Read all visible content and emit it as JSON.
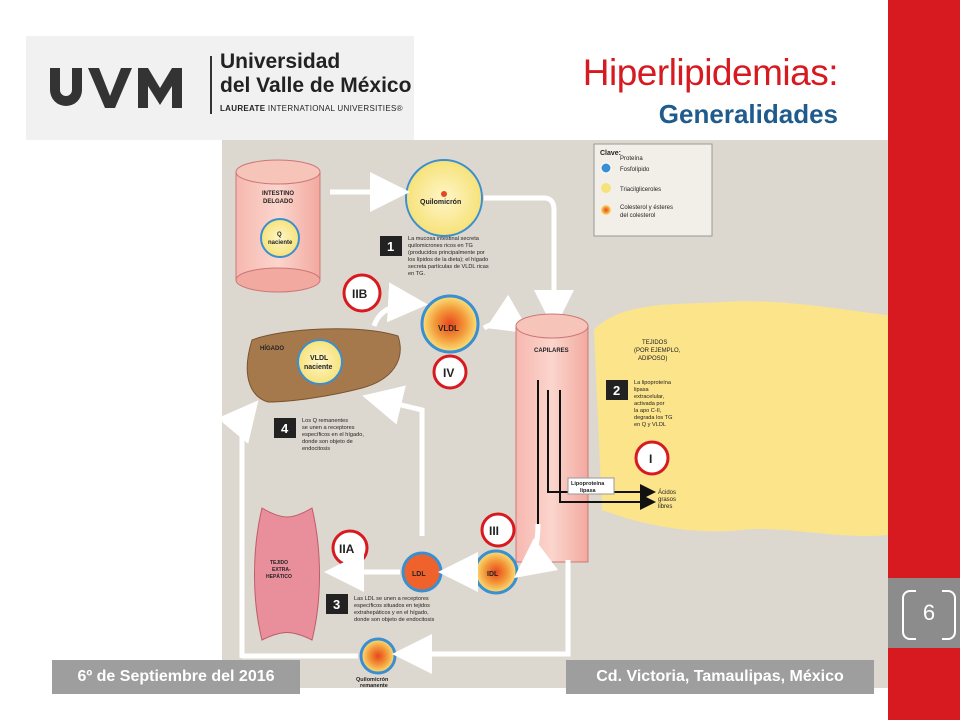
{
  "logo": {
    "line1": "Universidad",
    "line2": "del Valle de México",
    "line3_bold": "LAUREATE",
    "line3_rest": " INTERNATIONAL UNIVERSITIES®"
  },
  "header": {
    "title": "Hiperlipidemias:",
    "subtitle": "Generalidades"
  },
  "diagram": {
    "key_title": "Clave:",
    "key_proteina": "Proteína",
    "key_fosfolipido": "Fosfolípido",
    "key_tg": "Triacilgliceroles",
    "key_colesterol": [
      "Colesterol y ésteres",
      "del colesterol"
    ],
    "intestino": [
      "INTESTINO",
      "DELGADO"
    ],
    "q_naciente": [
      "Q",
      "naciente"
    ],
    "quilomicron": "Quilomicrón",
    "step1_num": "1",
    "step1_text": [
      "La mucosa intestinal secreta",
      "quilomicrones ricos en TG",
      "(producidos principalmente por",
      "los lípidos de la dieta); el hígado",
      "secreta partículas de VLDL ricas",
      "en TG."
    ],
    "iib": "IIB",
    "vldl": "VLDL",
    "iv": "IV",
    "higado": "HÍGADO",
    "vldl_naciente": [
      "VLDL",
      "naciente"
    ],
    "capilares": "CAPILARES",
    "tejidos": [
      "TEJIDOS",
      "(POR EJEMPLO,",
      "ADIPOSO)"
    ],
    "step2_num": "2",
    "step2_text": [
      "La lipoproteína",
      "lipasa",
      "extracelular,",
      "activada por",
      "la apo C-II,",
      "degrada los TG",
      "en Q y VLDL"
    ],
    "i": "I",
    "step4_num": "4",
    "step4_text": [
      "Los Q remanentes",
      "se unen a receptores",
      "específicos en el hígado,",
      "donde son objeto de",
      "endocitosis"
    ],
    "lipoproteina_lipasa": [
      "Lipoproteína",
      "lipasa"
    ],
    "acidos": [
      "Ácidos",
      "grasos",
      "libres"
    ],
    "iii": "III",
    "iia": "IIA",
    "tejido_extra": [
      "TEJIDO",
      "EXTRA-",
      "HEPÁTICO"
    ],
    "ldl": "LDL",
    "idl": "IDL",
    "step3_num": "3",
    "step3_text": [
      "Las LDL se unen a receptores",
      "específicos situados en tejidos",
      "extrahepáticos y en el hígado,",
      "donde son objeto de endocitosis"
    ],
    "q_remanente": [
      "Quilomicrón",
      "remanente"
    ]
  },
  "footer": {
    "date": "6º de Septiembre del 2016",
    "place": "Cd. Victoria, Tamaulipas, México"
  },
  "page_number": "6",
  "colors": {
    "accent_red": "#d71920",
    "title_blue": "#1f5b8c",
    "footer_grey": "#9e9e9e",
    "diagram_bg": "#ddd8cf"
  }
}
